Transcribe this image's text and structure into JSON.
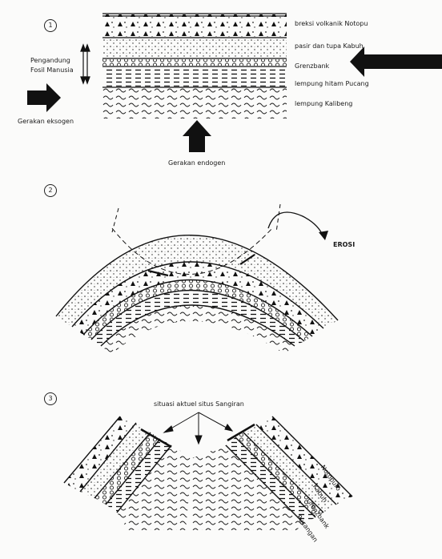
{
  "panels": [
    {
      "number": "1",
      "layers": [
        "breksi volkanik Notopu",
        "pasir dan tupa Kabuh",
        "Grenzbank",
        "lempung hitam Pucang",
        "lempung Kalibeng"
      ],
      "left_label_line1": "Pengandung",
      "left_label_line2": "Fosil Manusia",
      "arrow_left_label": "Gerakan eksogen",
      "arrow_bottom_label": "Gerakan endogen"
    },
    {
      "number": "2",
      "erosion_label": "EROSI"
    },
    {
      "number": "3",
      "annotation": "situasi aktuel situs Sangiran",
      "layers": [
        "Notopuro",
        "Kabuh",
        "Grenzbank",
        "Pucangan"
      ]
    }
  ],
  "colors": {
    "ink": "#1a1a1a",
    "paper": "#fbfbfa"
  }
}
